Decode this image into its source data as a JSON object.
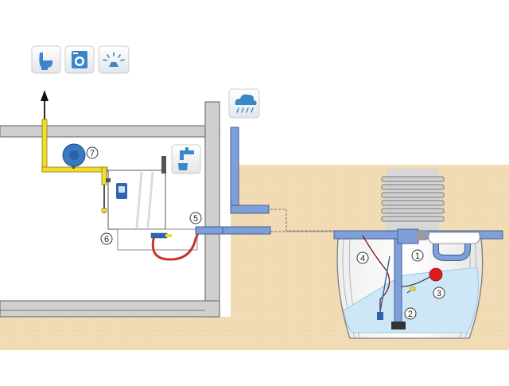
{
  "icons": {
    "toilet": "toilet-icon",
    "washing_machine": "washing-machine-icon",
    "sprinkler": "sprinkler-icon",
    "rain": "rain-cloud-icon",
    "tap": "water-tap-icon"
  },
  "callouts": {
    "c1": "1",
    "c2": "2",
    "c3": "3",
    "c4": "4",
    "c5": "5",
    "c6": "6",
    "c7": "7"
  },
  "colors": {
    "soil": "#f2dcb5",
    "wall": "#cfcfcf",
    "pipe_blue": "#7f9fd8",
    "water": "#cde7f6",
    "hose_red": "#d93a2a",
    "yellow_pipe": "#f2dc30",
    "float_red": "#e11a1a"
  }
}
